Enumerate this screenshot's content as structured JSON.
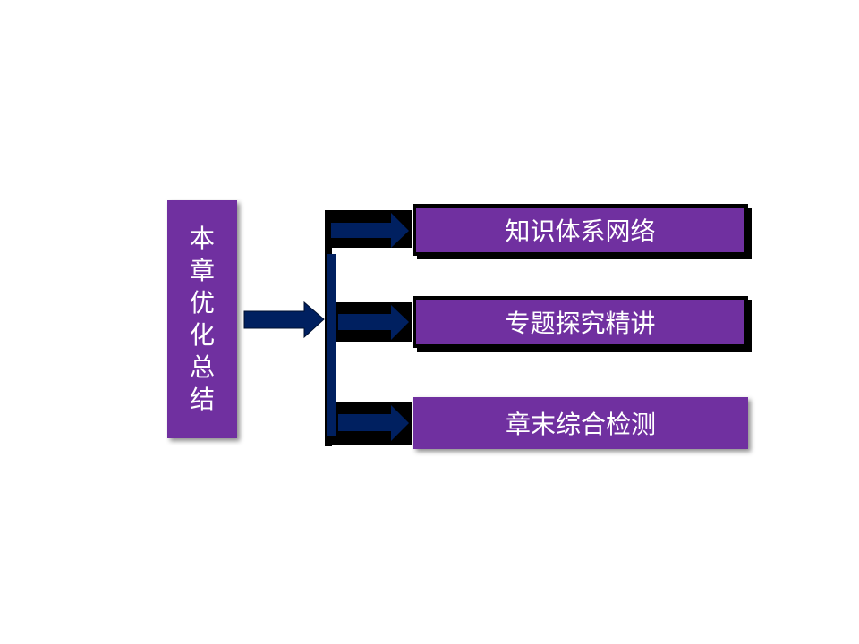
{
  "diagram": {
    "root": {
      "characters": [
        "本",
        "章",
        "优",
        "化",
        "总",
        "结"
      ]
    },
    "branches": [
      {
        "label": "知识体系网络"
      },
      {
        "label": "专题探究精讲"
      },
      {
        "label": "章末综合检测"
      }
    ],
    "colors": {
      "box_fill": "#7030a0",
      "arrow_fill": "#002060",
      "frame": "#000000",
      "text": "#ffffff"
    }
  }
}
